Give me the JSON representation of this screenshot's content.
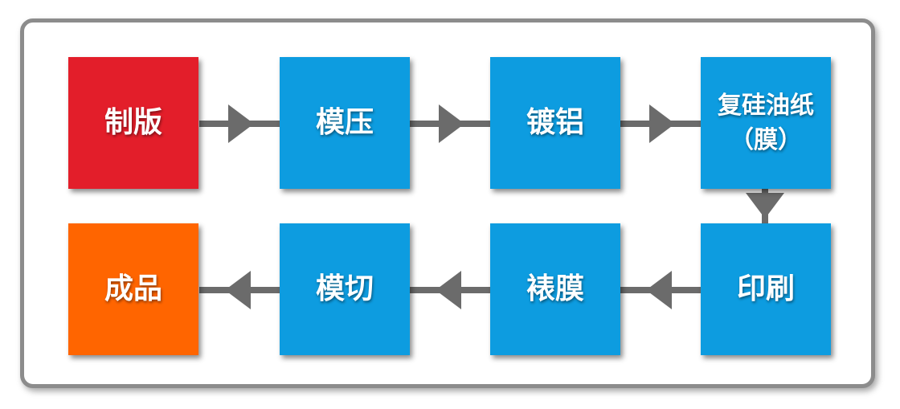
{
  "colors": {
    "start": "#e31e2a",
    "process": "#0d9ce0",
    "end": "#ff6500",
    "arrow": "#6b6b6b",
    "frame": "#8c8c8c"
  },
  "steps": [
    {
      "id": "plate-making",
      "label": "制版"
    },
    {
      "id": "embossing",
      "label": "模压"
    },
    {
      "id": "aluminizing",
      "label": "镀铝"
    },
    {
      "id": "laminating-silicone",
      "label_line1": "复硅油纸",
      "label_line2": "（膜）"
    },
    {
      "id": "printing",
      "label": "印刷"
    },
    {
      "id": "mounting-film",
      "label": "裱膜"
    },
    {
      "id": "die-cutting",
      "label": "模切"
    },
    {
      "id": "finished-product",
      "label": "成品"
    }
  ]
}
